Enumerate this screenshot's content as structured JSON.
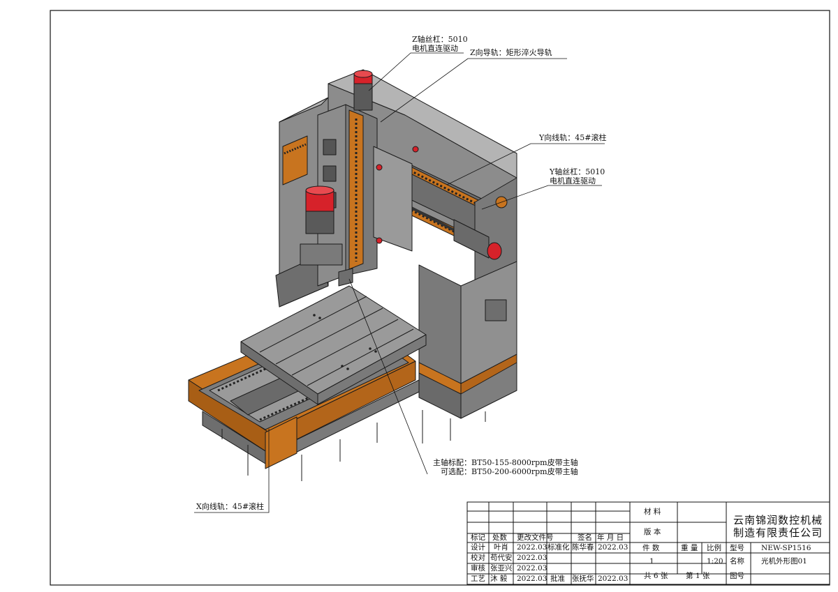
{
  "callouts": {
    "z_screw_line1": "Z轴丝杠：5010",
    "z_screw_line2": "电机直连驱动",
    "z_guide": "Z向导轨：矩形淬火导轨",
    "y_rail": "Y向线轨：45#滚柱",
    "y_screw_line1": "Y轴丝杠：5010",
    "y_screw_line2": "电机直连驱动",
    "spindle_line1": "主轴标配：BT50-155-8000rpm皮带主轴",
    "spindle_line2": "可选配：BT50-200-6000rpm皮带主轴",
    "x_rail": "X向线轨：45#滚柱"
  },
  "title_block": {
    "company_line1": "云南锦润数控机械",
    "company_line2": "制造有限责任公司",
    "material_label": "材 料",
    "version_label": "版 本",
    "quantity_label": "件 数",
    "weight_label": "重 量",
    "scale_label": "比例",
    "model_label": "型号",
    "model_value": "NEW-SP1516",
    "quantity_value": "1",
    "scale_value": "1:20",
    "name_label": "名称",
    "name_value": "光机外形图01",
    "sheets_total": "共 6 张",
    "sheet_current": "第 1 张",
    "drawing_no_label": "图号",
    "rev_headers": {
      "mark": "标记",
      "count": "处数",
      "change_doc": "更改文件号",
      "sign": "签名",
      "date": "年 月 日"
    },
    "rows": [
      {
        "role": "设计",
        "name": "叶肖",
        "date": "2022.03",
        "role2": "标准化",
        "name2": "陈华春",
        "date2": "2022.03"
      },
      {
        "role": "校对",
        "name": "苟代安",
        "date": "2022.03"
      },
      {
        "role": "审核",
        "name": "张亚兴",
        "date": "2022.03"
      },
      {
        "role": "工艺",
        "name": "沐 毅",
        "date": "2022.03",
        "role2": "批准",
        "name2": "张抚华",
        "date2": "2022.03"
      }
    ]
  },
  "colors": {
    "machine_gray": "#8c8c8c",
    "machine_gray_dark": "#5e5e5e",
    "machine_gray_light": "#b4b4b4",
    "accent_orange": "#c8741f",
    "motor_red": "#d6222a"
  }
}
